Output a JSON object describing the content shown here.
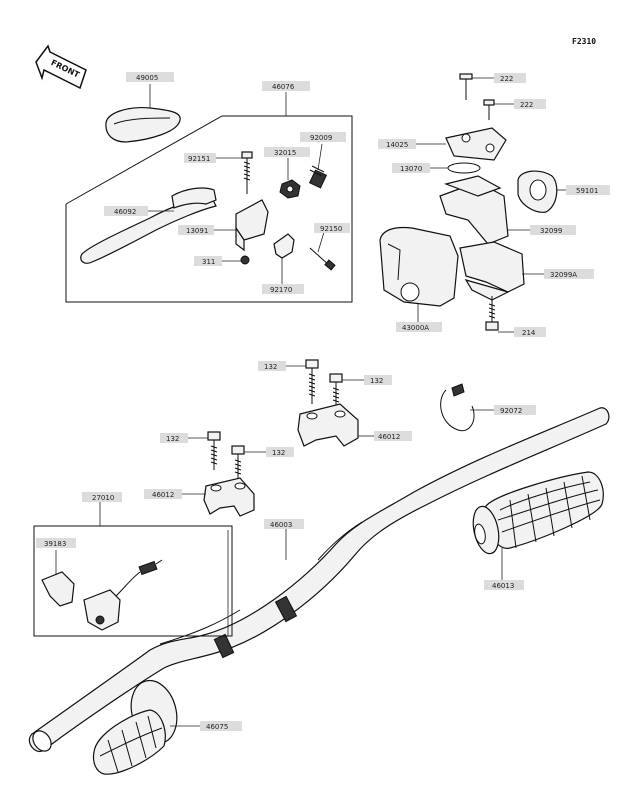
{
  "figure_code": "F2310",
  "front_label": "FRONT",
  "labels": {
    "p49005": "49005",
    "p46076": "46076",
    "p92009": "92009",
    "p92151": "92151",
    "p32015": "32015",
    "p46092": "46092",
    "p13091": "13091",
    "p92150": "92150",
    "p311": "311",
    "p92170": "92170",
    "p222a": "222",
    "p222b": "222",
    "p14025": "14025",
    "p13070": "13070",
    "p59101": "59101",
    "p32099": "32099",
    "p32099A": "32099A",
    "p43000A": "43000A",
    "p214": "214",
    "p132a": "132",
    "p132b": "132",
    "p46012a": "46012",
    "p92072": "92072",
    "p132c": "132",
    "p132d": "132",
    "p46012b": "46012",
    "p27010": "27010",
    "p46003": "46003",
    "p39183": "39183",
    "p46013": "46013",
    "p46075": "46075"
  }
}
